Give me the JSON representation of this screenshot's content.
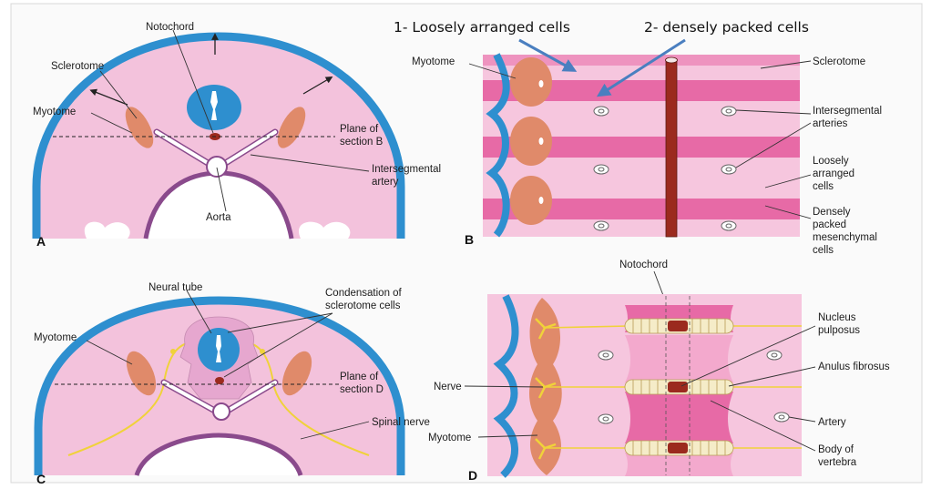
{
  "headings": {
    "loose": "1- Loosely arranged cells",
    "dense": "2- densely packed cells"
  },
  "panels": {
    "a": {
      "letter": "A",
      "labels": {
        "notochord": "Notochord",
        "sclerotome": "Sclerotome",
        "myotome": "Myotome",
        "plane1": "Plane of",
        "plane2": "section B",
        "inter1": "Intersegmental",
        "inter2": "artery",
        "aorta": "Aorta"
      }
    },
    "b": {
      "letter": "B",
      "labels": {
        "myotome": "Myotome",
        "sclerotome": "Sclerotome",
        "inter1": "Intersegmental",
        "inter2": "arteries",
        "loose1": "Loosely",
        "loose2": "arranged",
        "loose3": "cells",
        "dense1": "Densely",
        "dense2": "packed",
        "dense3": "mesenchymal",
        "dense4": "cells"
      }
    },
    "notochord_label": "Notochord",
    "c": {
      "letter": "C",
      "labels": {
        "neural": "Neural tube",
        "cond1": "Condensation of",
        "cond2": "sclerotome cells",
        "myotome": "Myotome",
        "plane1": "Plane of",
        "plane2": "section D",
        "spinal": "Spinal nerve"
      }
    },
    "d": {
      "letter": "D",
      "labels": {
        "nucleus1": "Nucleus",
        "nucleus2": "pulposus",
        "anulus": "Anulus fibrosus",
        "nerve": "Nerve",
        "artery": "Artery",
        "myotome": "Myotome",
        "body1": "Body of",
        "body2": "vertebra"
      }
    }
  },
  "colors": {
    "ectoderm": "#2e8fcf",
    "mesenchyme": "#f3c2dc",
    "myotome": "#e08a6a",
    "notochord": "#9b2a1e",
    "dense_band": "#e76aa6",
    "loose_band": "#f6c6de",
    "aorta_wall": "#8a4a8c",
    "nerve": "#f0d23a",
    "arrow": "#4a7fc0"
  },
  "icons": [
    "arrow-icon",
    "artery-ring-icon"
  ]
}
